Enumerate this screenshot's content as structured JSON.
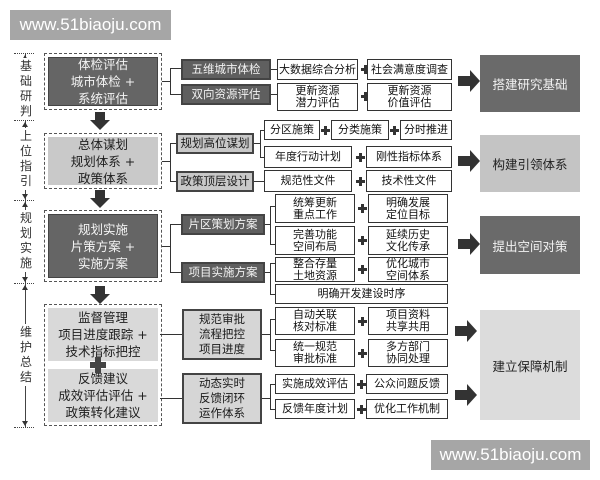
{
  "watermarks": {
    "top": "www.51biaoju.com",
    "bottom": "www.51biaoju.com"
  },
  "stages": [
    {
      "label": "基础研判",
      "main_box": [
        "体检评估",
        "城市体检 +",
        "系统评估"
      ],
      "branches": [
        {
          "label": "五维城市体检",
          "items": [
            [
              "大数据综合分析",
              "社会满意度调查"
            ]
          ]
        },
        {
          "label": "双向资源评估",
          "items": [
            [
              "更新资源\n潜力评估",
              "更新资源\n价值评估"
            ]
          ]
        }
      ],
      "result": "搭建研究基础"
    },
    {
      "label": "上位指引",
      "main_box": [
        "总体谋划",
        "规划体系 +",
        "政策体系"
      ],
      "branches": [
        {
          "label": "规划高位谋划",
          "items": [
            [
              "分区施策",
              "分类施策",
              "分时推进"
            ],
            [
              "年度行动计划",
              "刚性指标体系"
            ]
          ]
        },
        {
          "label": "政策顶层设计",
          "items": [
            [
              "规范性文件",
              "技术性文件"
            ]
          ]
        }
      ],
      "result": "构建引领体系"
    },
    {
      "label": "规划实施",
      "main_box": [
        "规划实施",
        "片策方案 +",
        "实施方案"
      ],
      "branches": [
        {
          "label": "片区策划方案",
          "items": [
            [
              "统筹更新\n重点工作",
              "明确发展\n定位目标"
            ],
            [
              "完善功能\n空间布局",
              "延续历史\n文化传承"
            ]
          ]
        },
        {
          "label": "项目实施方案",
          "items": [
            [
              "整合存量\n土地资源",
              "优化城市\n空间体系"
            ],
            [
              "明确开发建设时序"
            ]
          ]
        }
      ],
      "result": "提出空间对策"
    },
    {
      "label": "维护总结",
      "main_box_top": [
        "监督管理",
        "项目进度跟踪 +",
        "技术指标把控"
      ],
      "main_box_bottom": [
        "反馈建议",
        "成效评估评估 +",
        "政策转化建议"
      ],
      "branches": [
        {
          "label": "规范审批\n流程把控\n项目进度",
          "items": [
            [
              "自动关联\n核对标准",
              "项目资料\n共享共用"
            ],
            [
              "统一规范\n审批标准",
              "多方部门\n协同处理"
            ]
          ]
        },
        {
          "label": "动态实时\n反馈闭环\n运作体系",
          "items": [
            [
              "实施成效评估",
              "公众问题反馈"
            ],
            [
              "反馈年度计划",
              "优化工作机制"
            ]
          ]
        }
      ],
      "result": "建立保障机制"
    }
  ],
  "colors": {
    "dark_fill": "#656565",
    "light_fill": "#c9c9c9",
    "pale_fill": "#d9d9d9",
    "line": "#333333",
    "watermark_bg": "#a6a6a6"
  }
}
